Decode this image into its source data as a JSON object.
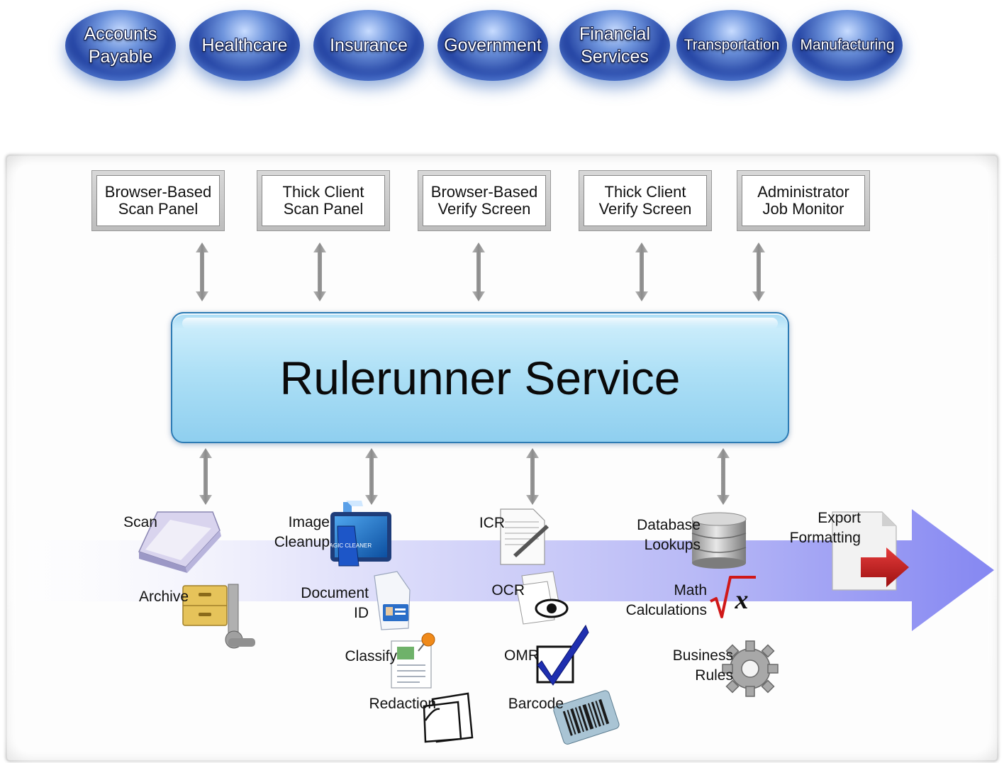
{
  "industries": [
    {
      "label": "Accounts\nPayable"
    },
    {
      "label": "Healthcare"
    },
    {
      "label": "Insurance"
    },
    {
      "label": "Government"
    },
    {
      "label": "Financial\nServices"
    },
    {
      "label": "Transportation"
    },
    {
      "label": "Manufacturing"
    }
  ],
  "clients": [
    {
      "label": "Browser-Based\nScan Panel"
    },
    {
      "label": "Thick Client\nScan Panel"
    },
    {
      "label": "Browser-Based\nVerify Screen"
    },
    {
      "label": "Thick Client\nVerify Screen"
    },
    {
      "label": "Administrator\nJob Monitor"
    }
  ],
  "service": {
    "title": "Rulerunner Service"
  },
  "modules": {
    "scan": "Scan",
    "archive": "Archive",
    "image_cleanup": "Image\nCleanup",
    "document_id": "Document\nID",
    "classify": "Classify",
    "redaction": "Redaction",
    "icr": "ICR",
    "ocr": "OCR",
    "omr": "OMR",
    "barcode": "Barcode",
    "database_lookups": "Database\nLookups",
    "math_calculations": "Math\nCalculations",
    "business_rules": "Business\nRules",
    "export_formatting": "Export\nFormatting"
  },
  "icon_product_text": "MAGIC CLEANER",
  "colors": {
    "oval_blue": "#2848a6",
    "service_blue": "#aee0f6",
    "flow_arrow": "#8c8ef5",
    "connector_grey": "#9e9e9e"
  }
}
